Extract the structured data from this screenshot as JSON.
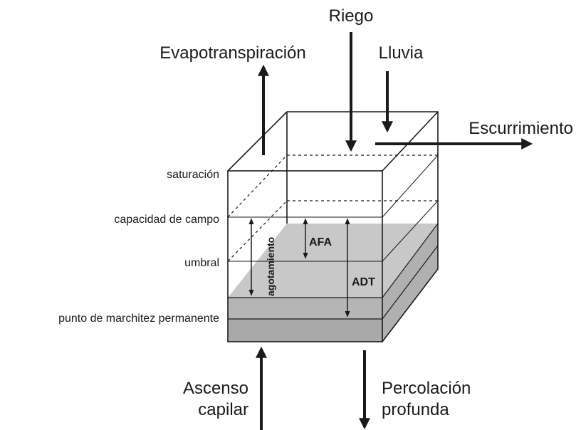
{
  "fluxes": {
    "riego": "Riego",
    "evapotranspiracion": "Evapotranspiración",
    "lluvia": "Lluvia",
    "escurrimiento": "Escurrimiento",
    "ascenso_line1": "Ascenso",
    "ascenso_line2": "capilar",
    "percolacion_line1": "Percolación",
    "percolacion_line2": "profunda"
  },
  "levels": {
    "saturacion": "saturación",
    "capacidad_campo": "capacidad de campo",
    "umbral": "umbral",
    "pmp": "punto de marchitez permanente"
  },
  "depths": {
    "agotamiento": "agotamiento",
    "afa": "AFA",
    "adt": "ADT"
  },
  "colors": {
    "ink": "#1a1a1a",
    "water_light": "#c8c8c8",
    "water_dark": "#a8a8a8",
    "water_side": "#b8b8b8"
  }
}
